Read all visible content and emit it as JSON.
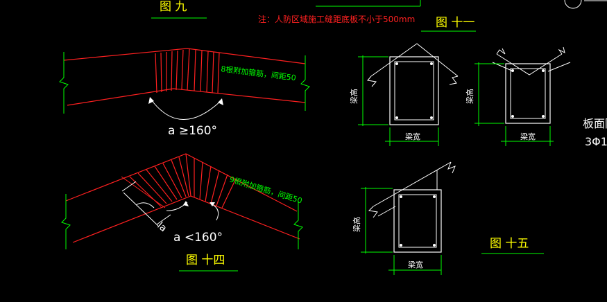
{
  "labels": {
    "fig9": "图 九",
    "note": "注：人防区域施工缝距底板不小于500mm",
    "fig11": "图 十一",
    "fig14": "图 十四",
    "fig15": "图 十五",
    "bars_top": "8根附加箍筋，间距50",
    "bars_bottom": "9根附加箍筋，间距50",
    "angle_top": "a ≥160°",
    "angle_bottom": "a <160°",
    "la": "la",
    "beam_height": "梁高",
    "beam_width": "梁宽",
    "slab_note_1": "板面附",
    "slab_note_2": "3Φ1"
  },
  "colors": {
    "beam_red": "#ff2020",
    "dim_green": "#00ff00",
    "label_yellow": "#ffff00",
    "line_white": "#ffffff"
  }
}
